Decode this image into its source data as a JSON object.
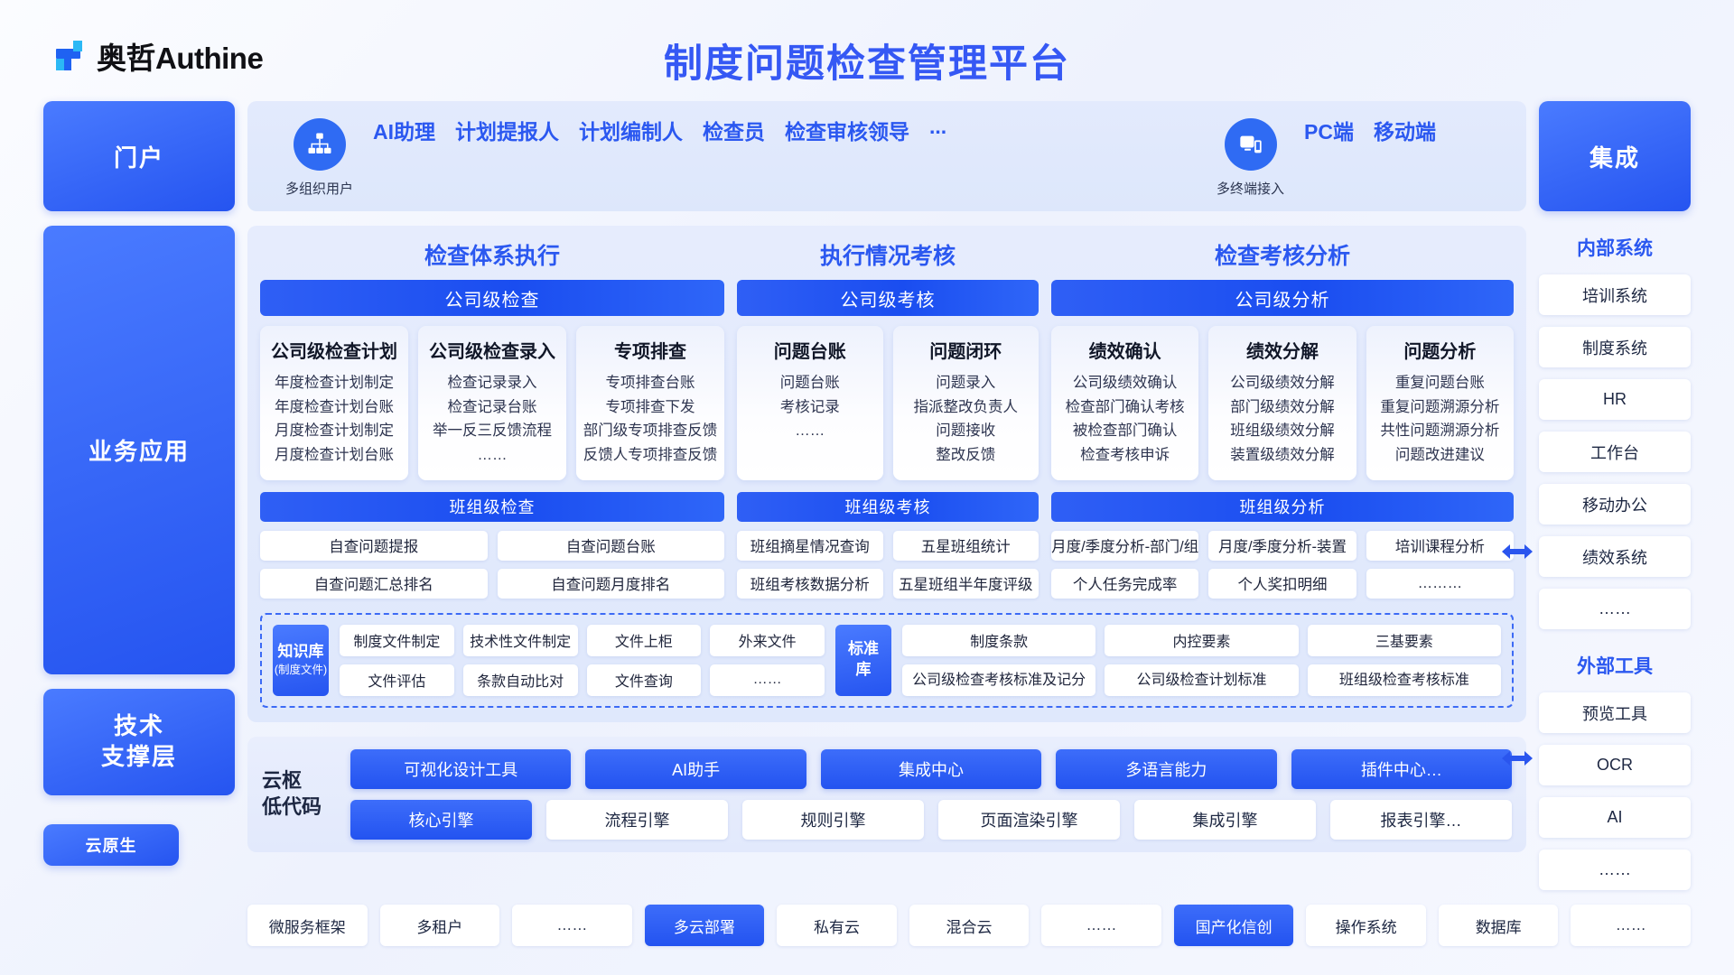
{
  "header": {
    "logo_text": "奥哲Authine",
    "title": "制度问题检查管理平台"
  },
  "top_bar": {
    "users_icon": "org-chart-icon",
    "users_caption": "多组织用户",
    "user_roles": [
      "AI助理",
      "计划提报人",
      "计划编制人",
      "检查员",
      "检查审核领导",
      "..."
    ],
    "devices_icon": "devices-icon",
    "devices_caption": "多终端接入",
    "devices": [
      "PC端",
      "移动端"
    ]
  },
  "left_rail": {
    "portal": "门户",
    "business": "业务应用",
    "tech_line1": "技术",
    "tech_line2": "支撑层",
    "cloud_native": "云原生"
  },
  "sections": [
    {
      "heading": "检查体系执行"
    },
    {
      "heading": "执行情况考核"
    },
    {
      "heading": "检查考核分析"
    }
  ],
  "company_level": {
    "col_a": {
      "bar": "公司级检查",
      "cards": [
        {
          "title": "公司级检查计划",
          "items": [
            "年度检查计划制定",
            "年度检查计划台账",
            "月度检查计划制定",
            "月度检查计划台账"
          ]
        },
        {
          "title": "公司级检查录入",
          "items": [
            "检查记录录入",
            "检查记录台账",
            "举一反三反馈流程",
            "……"
          ]
        },
        {
          "title": "专项排查",
          "items": [
            "专项排查台账",
            "专项排查下发",
            "部门级专项排查反馈",
            "反馈人专项排查反馈"
          ]
        }
      ]
    },
    "col_b": {
      "bar": "公司级考核",
      "cards": [
        {
          "title": "问题台账",
          "items": [
            "问题台账",
            "考核记录",
            "……"
          ]
        },
        {
          "title": "问题闭环",
          "items": [
            "问题录入",
            "指派整改负责人",
            "问题接收",
            "整改反馈"
          ]
        }
      ]
    },
    "col_c": {
      "bar": "公司级分析",
      "cards": [
        {
          "title": "绩效确认",
          "items": [
            "公司级绩效确认",
            "检查部门确认考核",
            "被检查部门确认",
            "检查考核申诉"
          ]
        },
        {
          "title": "绩效分解",
          "items": [
            "公司级绩效分解",
            "部门级绩效分解",
            "班组级绩效分解",
            "装置级绩效分解"
          ]
        },
        {
          "title": "问题分析",
          "items": [
            "重复问题台账",
            "重复问题溯源分析",
            "共性问题溯源分析",
            "问题改进建议"
          ]
        }
      ]
    }
  },
  "team_level": {
    "col_a": {
      "bar": "班组级检查",
      "rows": [
        [
          "自查问题提报",
          "自查问题台账"
        ],
        [
          "自查问题汇总排名",
          "自查问题月度排名"
        ]
      ]
    },
    "col_b": {
      "bar": "班组级考核",
      "rows": [
        [
          "班组摘星情况查询",
          "五星班组统计"
        ],
        [
          "班组考核数据分析",
          "五星班组半年度评级"
        ]
      ]
    },
    "col_c": {
      "bar": "班组级分析",
      "rows": [
        [
          "月度/季度分析-部门/组",
          "月度/季度分析-装置",
          "培训课程分析"
        ],
        [
          "个人任务完成率",
          "个人奖扣明细",
          "………"
        ]
      ]
    }
  },
  "knowledge_area": {
    "kb_tag_title": "知识库",
    "kb_tag_sub": "(制度文件)",
    "kb_rows": [
      [
        "制度文件制定",
        "技术性文件制定",
        "文件上柜",
        "外来文件"
      ],
      [
        "文件评估",
        "条款自动比对",
        "文件查询",
        "……"
      ]
    ],
    "std_tag_line1": "标准",
    "std_tag_line2": "库",
    "std_rows": [
      [
        "制度条款",
        "内控要素",
        "三基要素"
      ],
      [
        "公司级检查考核标准及记分",
        "公司级检查计划标准",
        "班组级检查考核标准"
      ]
    ]
  },
  "tech_layer": {
    "label_line1": "云枢",
    "label_line2": "低代码",
    "row1": [
      "可视化设计工具",
      "AI助手",
      "集成中心",
      "多语言能力",
      "插件中心…"
    ],
    "row2": [
      "核心引擎",
      "流程引擎",
      "规则引擎",
      "页面渲染引擎",
      "集成引擎",
      "报表引擎…"
    ]
  },
  "bottom_strip": [
    {
      "label": "微服务框架",
      "accent": false
    },
    {
      "label": "多租户",
      "accent": false
    },
    {
      "label": "……",
      "accent": false
    },
    {
      "label": "多云部署",
      "accent": true
    },
    {
      "label": "私有云",
      "accent": false
    },
    {
      "label": "混合云",
      "accent": false
    },
    {
      "label": "……",
      "accent": false
    },
    {
      "label": "国产化信创",
      "accent": true
    },
    {
      "label": "操作系统",
      "accent": false
    },
    {
      "label": "数据库",
      "accent": false
    },
    {
      "label": "……",
      "accent": false
    }
  ],
  "right_rail": {
    "head": "集成",
    "internal_title": "内部系统",
    "internal_items": [
      "培训系统",
      "制度系统",
      "HR",
      "工作台",
      "移动办公",
      "绩效系统",
      "……"
    ],
    "external_title": "外部工具",
    "external_items": [
      "预览工具",
      "OCR",
      "AI",
      "……"
    ]
  },
  "colors": {
    "brand_blue": "#2b58f0",
    "deep_blue": "#1a4df0",
    "bg": "#f3f6fe"
  }
}
